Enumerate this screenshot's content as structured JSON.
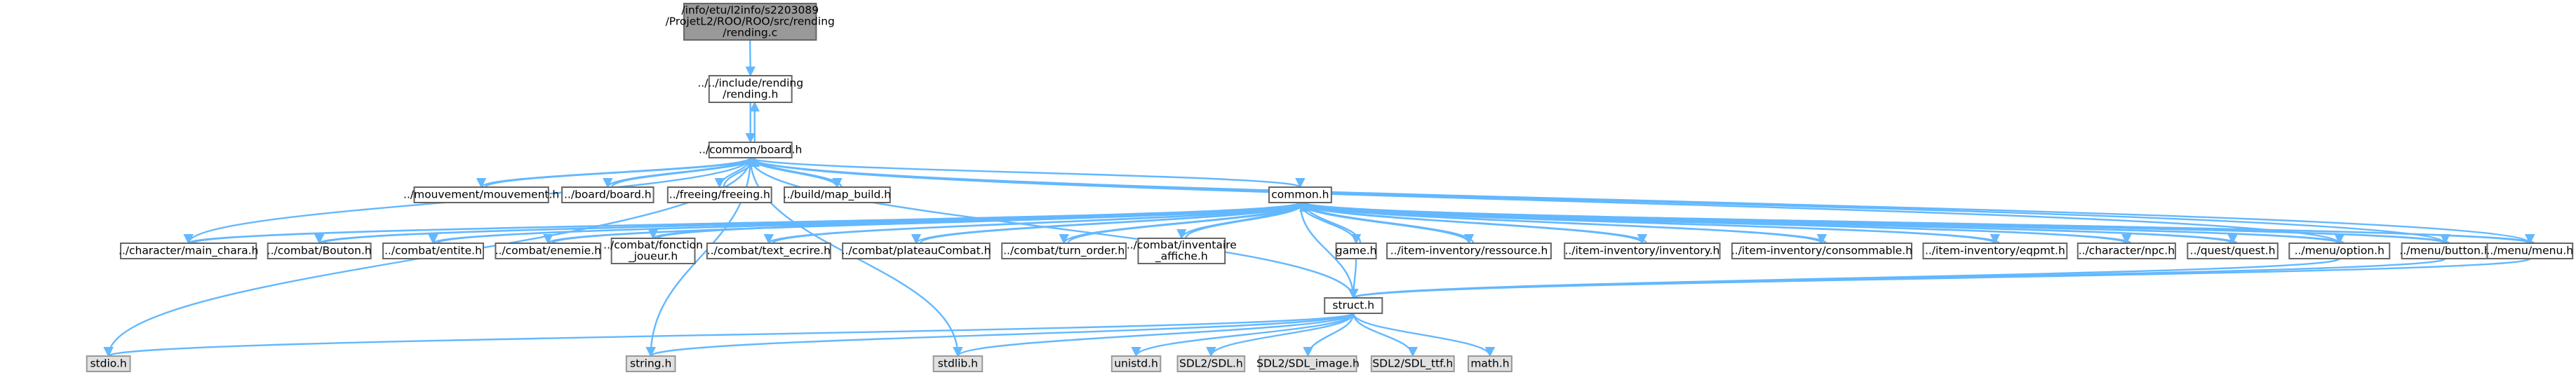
{
  "colors": {
    "edge": "#63b8ff",
    "node_fill": "#ffffff",
    "node_border": "#666666",
    "root_fill": "#999999",
    "root_border": "#666666",
    "external_fill": "#e0e0e0",
    "external_border": "#999999"
  },
  "nodes": [
    {
      "id": "root",
      "kind": "root",
      "lines": [
        "/info/etu/l2info/s2203089",
        "/ProjetL2/ROO/ROO/src/rending",
        "/rending.c"
      ]
    },
    {
      "id": "rending_h",
      "kind": "normal",
      "lines": [
        "../../include/rending",
        "/rending.h"
      ]
    },
    {
      "id": "board_common",
      "kind": "normal",
      "lines": [
        "../common/board.h"
      ]
    },
    {
      "id": "mouvement",
      "kind": "normal",
      "lines": [
        "../mouvement/mouvement.h"
      ]
    },
    {
      "id": "board_board",
      "kind": "normal",
      "lines": [
        "../board/board.h"
      ]
    },
    {
      "id": "freeing",
      "kind": "normal",
      "lines": [
        "../freeing/freeing.h"
      ]
    },
    {
      "id": "map_build",
      "kind": "normal",
      "lines": [
        "../build/map_build.h"
      ]
    },
    {
      "id": "common",
      "kind": "normal",
      "lines": [
        "common.h"
      ]
    },
    {
      "id": "main_chara",
      "kind": "normal",
      "lines": [
        "../character/main_chara.h"
      ]
    },
    {
      "id": "bouton",
      "kind": "normal",
      "lines": [
        "../combat/Bouton.h"
      ]
    },
    {
      "id": "entite",
      "kind": "normal",
      "lines": [
        "../combat/entite.h"
      ]
    },
    {
      "id": "enemie",
      "kind": "normal",
      "lines": [
        "../combat/enemie.h"
      ]
    },
    {
      "id": "fonction_joueur",
      "kind": "normal",
      "lines": [
        "../combat/fonction",
        "_joueur.h"
      ]
    },
    {
      "id": "text_ecrire",
      "kind": "normal",
      "lines": [
        "../combat/text_ecrire.h"
      ]
    },
    {
      "id": "plateau",
      "kind": "normal",
      "lines": [
        "../combat/plateauCombat.h"
      ]
    },
    {
      "id": "turn_order",
      "kind": "normal",
      "lines": [
        "../combat/turn_order.h"
      ]
    },
    {
      "id": "inventaire_affiche",
      "kind": "normal",
      "lines": [
        "../combat/inventaire",
        "_affiche.h"
      ]
    },
    {
      "id": "game",
      "kind": "normal",
      "lines": [
        "game.h"
      ]
    },
    {
      "id": "ressource",
      "kind": "normal",
      "lines": [
        "../item-inventory/ressource.h"
      ]
    },
    {
      "id": "inventory",
      "kind": "normal",
      "lines": [
        "../item-inventory/inventory.h"
      ]
    },
    {
      "id": "consommable",
      "kind": "normal",
      "lines": [
        "../item-inventory/consommable.h"
      ]
    },
    {
      "id": "eqpmt",
      "kind": "normal",
      "lines": [
        "../item-inventory/eqpmt.h"
      ]
    },
    {
      "id": "npc",
      "kind": "normal",
      "lines": [
        "../character/npc.h"
      ]
    },
    {
      "id": "quest",
      "kind": "normal",
      "lines": [
        "../quest/quest.h"
      ]
    },
    {
      "id": "option",
      "kind": "normal",
      "lines": [
        "../menu/option.h"
      ]
    },
    {
      "id": "button",
      "kind": "normal",
      "lines": [
        "../menu/button.h"
      ]
    },
    {
      "id": "menu",
      "kind": "normal",
      "lines": [
        "../menu/menu.h"
      ]
    },
    {
      "id": "struct",
      "kind": "normal",
      "lines": [
        "struct.h"
      ]
    },
    {
      "id": "stdio",
      "kind": "external",
      "lines": [
        "stdio.h"
      ]
    },
    {
      "id": "string",
      "kind": "external",
      "lines": [
        "string.h"
      ]
    },
    {
      "id": "stdlib",
      "kind": "external",
      "lines": [
        "stdlib.h"
      ]
    },
    {
      "id": "unistd",
      "kind": "external",
      "lines": [
        "unistd.h"
      ]
    },
    {
      "id": "sdl",
      "kind": "external",
      "lines": [
        "SDL2/SDL.h"
      ]
    },
    {
      "id": "sdl_image",
      "kind": "external",
      "lines": [
        "SDL2/SDL_image.h"
      ]
    },
    {
      "id": "sdl_ttf",
      "kind": "external",
      "lines": [
        "SDL2/SDL_ttf.h"
      ]
    },
    {
      "id": "math",
      "kind": "external",
      "lines": [
        "math.h"
      ]
    }
  ],
  "edges": [
    [
      "root",
      "rending_h"
    ],
    [
      "rending_h",
      "board_common"
    ],
    [
      "board_common",
      "rending_h"
    ],
    [
      "board_common",
      "mouvement"
    ],
    [
      "board_common",
      "board_board"
    ],
    [
      "board_common",
      "freeing"
    ],
    [
      "board_common",
      "map_build"
    ],
    [
      "board_common",
      "common"
    ],
    [
      "board_common",
      "main_chara"
    ],
    [
      "board_common",
      "menu"
    ],
    [
      "board_common",
      "button"
    ],
    [
      "board_common",
      "option"
    ],
    [
      "board_common",
      "struct"
    ],
    [
      "board_common",
      "stdio"
    ],
    [
      "board_common",
      "string"
    ],
    [
      "board_common",
      "stdlib"
    ],
    [
      "mouvement",
      "board_common"
    ],
    [
      "board_board",
      "board_common"
    ],
    [
      "freeing",
      "board_common"
    ],
    [
      "map_build",
      "board_common"
    ],
    [
      "common",
      "main_chara"
    ],
    [
      "common",
      "bouton"
    ],
    [
      "common",
      "entite"
    ],
    [
      "common",
      "enemie"
    ],
    [
      "common",
      "fonction_joueur"
    ],
    [
      "common",
      "text_ecrire"
    ],
    [
      "common",
      "plateau"
    ],
    [
      "common",
      "turn_order"
    ],
    [
      "common",
      "inventaire_affiche"
    ],
    [
      "common",
      "game"
    ],
    [
      "common",
      "ressource"
    ],
    [
      "common",
      "inventory"
    ],
    [
      "common",
      "consommable"
    ],
    [
      "common",
      "eqpmt"
    ],
    [
      "common",
      "npc"
    ],
    [
      "common",
      "quest"
    ],
    [
      "common",
      "option"
    ],
    [
      "common",
      "button"
    ],
    [
      "common",
      "menu"
    ],
    [
      "common",
      "struct"
    ],
    [
      "main_chara",
      "common"
    ],
    [
      "bouton",
      "common"
    ],
    [
      "entite",
      "common"
    ],
    [
      "enemie",
      "common"
    ],
    [
      "fonction_joueur",
      "common"
    ],
    [
      "text_ecrire",
      "common"
    ],
    [
      "plateau",
      "common"
    ],
    [
      "turn_order",
      "common"
    ],
    [
      "inventaire_affiche",
      "common"
    ],
    [
      "game",
      "common"
    ],
    [
      "ressource",
      "common"
    ],
    [
      "inventory",
      "common"
    ],
    [
      "consommable",
      "common"
    ],
    [
      "eqpmt",
      "common"
    ],
    [
      "npc",
      "common"
    ],
    [
      "quest",
      "common"
    ],
    [
      "option",
      "common"
    ],
    [
      "button",
      "common"
    ],
    [
      "menu",
      "common"
    ],
    [
      "game",
      "struct"
    ],
    [
      "option",
      "struct"
    ],
    [
      "button",
      "struct"
    ],
    [
      "menu",
      "struct"
    ],
    [
      "struct",
      "stdio"
    ],
    [
      "struct",
      "string"
    ],
    [
      "struct",
      "stdlib"
    ],
    [
      "struct",
      "unistd"
    ],
    [
      "struct",
      "sdl"
    ],
    [
      "struct",
      "sdl_image"
    ],
    [
      "struct",
      "sdl_ttf"
    ],
    [
      "struct",
      "math"
    ]
  ]
}
